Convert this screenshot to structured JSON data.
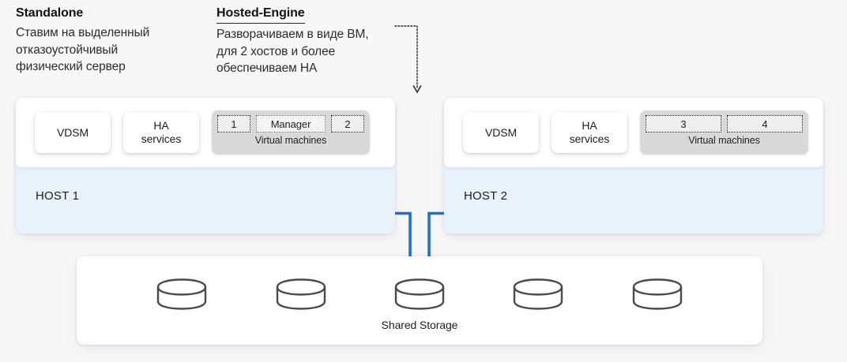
{
  "colors": {
    "background": "#f7f7f7",
    "host_fill": "#e9f1fb",
    "panel_white": "#ffffff",
    "vm_group_fill": "#d9d9d9",
    "link_blue": "#1f6fd0",
    "manager_border_blue": "#3b7fd4",
    "text_dark": "#1d1d1d",
    "disk_stroke": "#4a4a4a"
  },
  "captions": {
    "standalone": {
      "title": "Standalone",
      "underlined": false,
      "body": "Ставим на выделенный\nотказоустойчивый\nфизический сервер"
    },
    "hosted_engine": {
      "title": "Hosted-Engine",
      "underlined": true,
      "body": "Разворачиваем в виде ВМ,\nдля 2 хостов и более\nобеспечиваем HA"
    }
  },
  "arrow": {
    "icon": "dashed-arrow-down-icon",
    "style": "dotted"
  },
  "hosts": [
    {
      "label": "HOST 1",
      "services": [
        {
          "name": "VDSM",
          "label": "VDSM"
        },
        {
          "name": "HA services",
          "label": "HA\nservices"
        }
      ],
      "vm_group": {
        "caption": "Virtual machines",
        "cells": [
          {
            "label": "1",
            "kind": "vm",
            "size": "small"
          },
          {
            "label": "Manager",
            "kind": "manager",
            "size": "medium"
          },
          {
            "label": "2",
            "kind": "vm",
            "size": "small"
          }
        ]
      }
    },
    {
      "label": "HOST 2",
      "services": [
        {
          "name": "VDSM",
          "label": "VDSM"
        },
        {
          "name": "HA services",
          "label": "HA\nservices"
        }
      ],
      "vm_group": {
        "caption": "Virtual machines",
        "cells": [
          {
            "label": "3",
            "kind": "vm",
            "size": "large"
          },
          {
            "label": "4",
            "kind": "vm",
            "size": "large"
          }
        ]
      }
    }
  ],
  "storage": {
    "label": "Shared Storage",
    "disk_count": 5,
    "disk_icon": "database-cylinder-icon",
    "connected_disk_index": 2
  },
  "links": {
    "icon": "connector-line",
    "count": 2,
    "description": "Blue connectors from HOST 1 and HOST 2 to the middle shared-storage disk"
  }
}
